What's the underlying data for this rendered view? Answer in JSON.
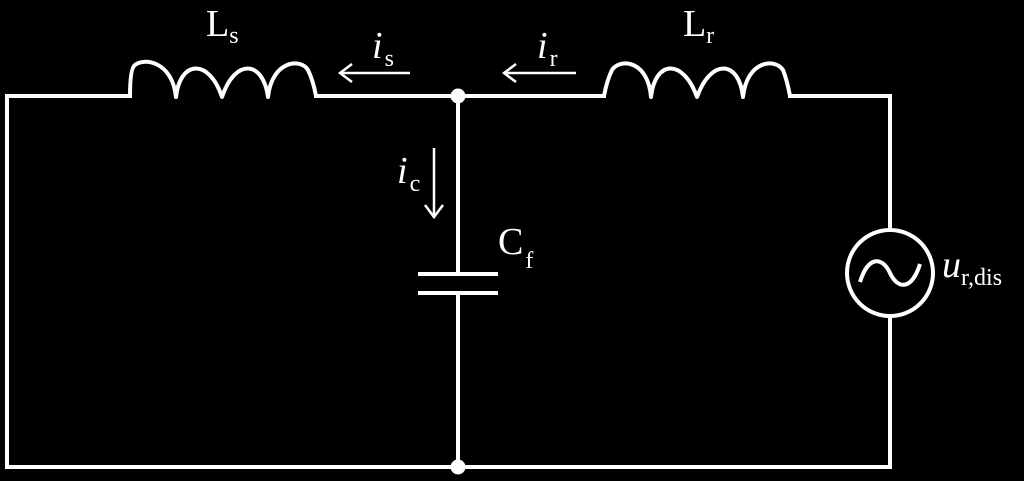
{
  "components": {
    "inductor_s": {
      "main": "L",
      "sub": "s"
    },
    "inductor_r": {
      "main": "L",
      "sub": "r"
    },
    "capacitor": {
      "main": "C",
      "sub": "f"
    },
    "source": {
      "main": "u",
      "sub": "r,dis",
      "icon": "ac-sine-source-icon"
    }
  },
  "currents": {
    "i_s": {
      "main": "i",
      "sub": "s"
    },
    "i_r": {
      "main": "i",
      "sub": "r"
    },
    "i_c": {
      "main": "i",
      "sub": "c"
    }
  },
  "colors": {
    "background": "#000000",
    "stroke": "#ffffff"
  }
}
